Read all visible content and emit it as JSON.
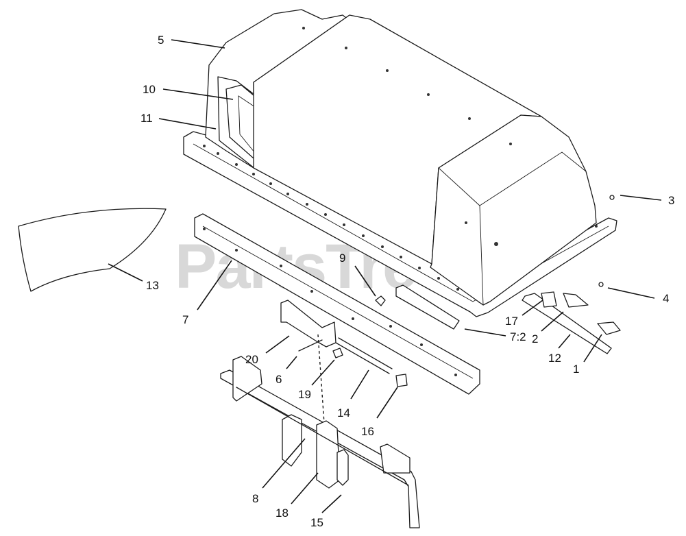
{
  "watermark": {
    "text": "PartsTree",
    "trademark": "™"
  },
  "callouts": [
    {
      "id": "c5",
      "label": "5"
    },
    {
      "id": "c10",
      "label": "10"
    },
    {
      "id": "c11",
      "label": "11"
    },
    {
      "id": "c3",
      "label": "3"
    },
    {
      "id": "c4",
      "label": "4"
    },
    {
      "id": "c13",
      "label": "13"
    },
    {
      "id": "c9",
      "label": "9"
    },
    {
      "id": "c7",
      "label": "7"
    },
    {
      "id": "c72",
      "label": "7:2"
    },
    {
      "id": "c17",
      "label": "17"
    },
    {
      "id": "c2",
      "label": "2"
    },
    {
      "id": "c12",
      "label": "12"
    },
    {
      "id": "c1",
      "label": "1"
    },
    {
      "id": "c20",
      "label": "20"
    },
    {
      "id": "c6",
      "label": "6"
    },
    {
      "id": "c19",
      "label": "19"
    },
    {
      "id": "c14",
      "label": "14"
    },
    {
      "id": "c16",
      "label": "16"
    },
    {
      "id": "c8",
      "label": "8"
    },
    {
      "id": "c18",
      "label": "18"
    },
    {
      "id": "c15",
      "label": "15"
    }
  ]
}
